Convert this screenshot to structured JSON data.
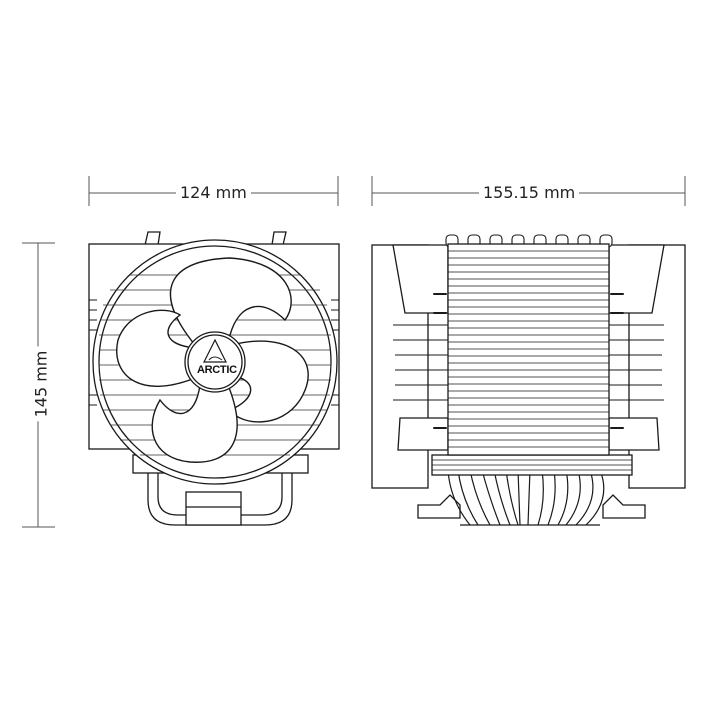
{
  "diagram": {
    "subject": "CPU tower cooler dimension drawing",
    "views": [
      {
        "name": "front-view",
        "description": "Fan-side view with 4-blade fan, heatsink frame, heatpipes"
      },
      {
        "name": "side-view",
        "description": "Side view showing fin stack, heatpipes and mounting brackets"
      }
    ],
    "dimensions": {
      "width_front": {
        "value": "124",
        "unit": "mm",
        "label": "124 mm"
      },
      "depth_side": {
        "value": "155.15",
        "unit": "mm",
        "label": "155.15 mm"
      },
      "height": {
        "value": "145",
        "unit": "mm",
        "label": "145 mm"
      }
    },
    "brand_logo": {
      "text": "ARCTIC"
    },
    "colors": {
      "line": "#1a1a1a",
      "dim_line": "#555555",
      "background": "#ffffff"
    }
  }
}
